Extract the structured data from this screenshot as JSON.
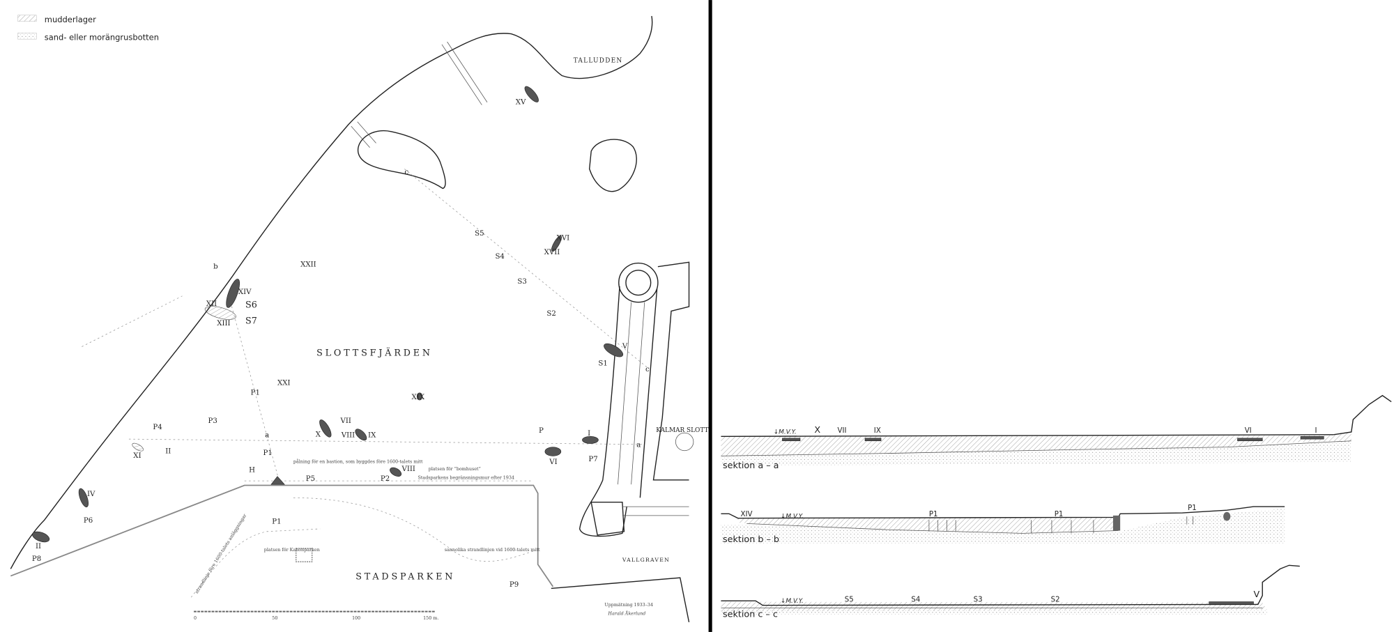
{
  "legend": {
    "items": [
      {
        "label": "mudderlager"
      },
      {
        "label": "sand- eller moräng­rusbotten"
      }
    ]
  },
  "map": {
    "places": {
      "talludden": "TALLUDDEN",
      "slottsfjarden": "SLOTTSFJÄRDEN",
      "kalmar_slott": "KALMAR SLOTT",
      "stadsparken": "STADSPARKEN",
      "vallgraven": "VALLGRAVEN"
    },
    "finds": {
      "I": "I",
      "II": "II",
      "IV": "IV",
      "V": "V",
      "VI": "VI",
      "VII": "VII",
      "VIII": "VIII",
      "IX": "IX",
      "X": "X",
      "XI": "XI",
      "XII": "XII",
      "XIII": "XIII",
      "XIV": "XIV",
      "XV": "XV",
      "XVI": "XVI",
      "XVII": "XVII",
      "XIX": "XIX",
      "XXI": "XXI",
      "XXII": "XXII"
    },
    "stations": {
      "S1": "S1",
      "S2": "S2",
      "S3": "S3",
      "S4": "S4",
      "S5": "S5",
      "S6": "S6",
      "S7": "S7",
      "P": "P",
      "P1a": "P1",
      "P1b": "P1",
      "P2": "P2",
      "P3": "P3",
      "P4": "P4",
      "P5": "P5",
      "P6": "P6",
      "P7": "P7",
      "P8": "P8",
      "P9": "P9",
      "H": "H"
    },
    "section_markers": {
      "a1": "a",
      "a2": "a",
      "b1": "b",
      "c1": "c",
      "c2": "c"
    },
    "annotations": {
      "palissad": "pålning för en bastion, som byggdes före 1600-talets mitt",
      "platsen_bomhus": "platsen för ”bomhuset”",
      "strandlinje_1934": "Stadsparkens begränsningsmur efter 1934",
      "sannolik_strandlinje": "sannolika strandlinjen vid 1600-talets mitt",
      "platsen_kanonparken": "platsen för Kanonparken",
      "strandlinje_1600": "strandlinje före 1600-talets anläggningar"
    },
    "scale": {
      "ticks": [
        "0",
        "50",
        "100",
        "150 m."
      ]
    },
    "signature": {
      "line1": "Uppmätning 1933–34",
      "line2": "Harald Åkerlund"
    }
  },
  "sections": [
    {
      "caption": "sektion a – a",
      "mvy": "↓M.V.Y.",
      "labels": [
        "X",
        "VII",
        "IX",
        "VI",
        "I"
      ]
    },
    {
      "caption": "sektion b – b",
      "mvy": "↓M.V.Y.",
      "labels": [
        "XIV",
        "P1",
        "P1",
        "P1"
      ]
    },
    {
      "caption": "sektion c – c",
      "mvy": "↓M.V.Y.",
      "labels": [
        "S5",
        "S4",
        "S3",
        "S2",
        "V"
      ]
    }
  ]
}
